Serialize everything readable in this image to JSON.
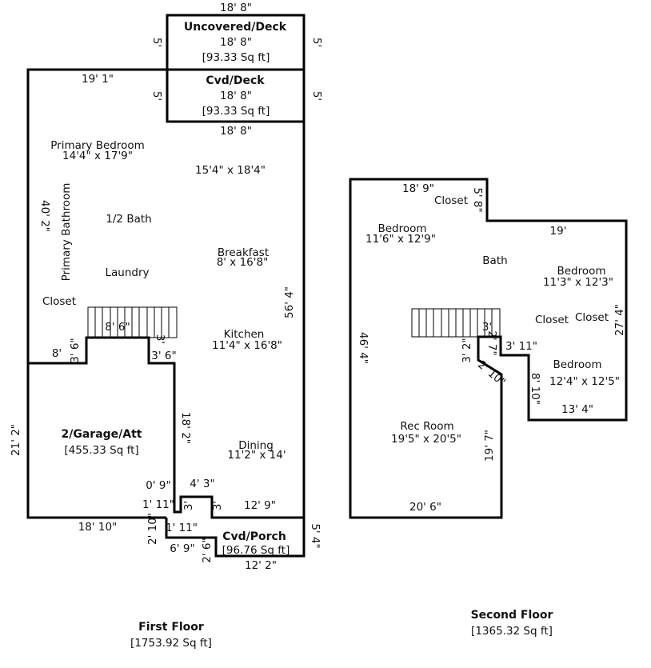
{
  "first_floor": {
    "title": "First Floor",
    "area": "[1753.92 Sq ft]",
    "uncovered_deck": {
      "label": "Uncovered/Deck",
      "dim": "18' 8\"",
      "area": "[93.33 Sq ft]",
      "top": "18' 8\"",
      "side_l": "5'",
      "side_r": "5'"
    },
    "cvd_deck": {
      "label": "Cvd/Deck",
      "dim": "18' 8\"",
      "area": "[93.33 Sq ft]",
      "bottom": "18' 8\"",
      "side_l": "5'",
      "side_r": "5'"
    },
    "rooms": {
      "primary_bedroom": "Primary Bedroom",
      "primary_bedroom_dim": "14'4\" x 17'9\"",
      "living_dim": "15'4\" x 18'4\"",
      "primary_bathroom": "Primary Bathroom",
      "half_bath": "1/2 Bath",
      "laundry": "Laundry",
      "breakfast": "Breakfast",
      "breakfast_dim": "8' x 16'8\"",
      "closet": "Closet",
      "kitchen": "Kitchen",
      "kitchen_dim": "11'4\" x 16'8\"",
      "garage": "2/Garage/Att",
      "garage_area": "[455.33 Sq ft]",
      "dining": "Dining",
      "dining_dim": "11'2\" x 14'"
    },
    "dims": {
      "top": "19' 1\"",
      "left": "40' 2\"",
      "right": "56' 4\"",
      "stair": "8' 6\"",
      "d8": "8'",
      "d36a": "3' 6\"",
      "d3": "3'",
      "d36b": "3' 6\"",
      "d182": "18' 2\"",
      "garage_left": "21' 2\"",
      "garage_bottom": "18' 10\"",
      "d09": "0' 9\"",
      "d43": "4' 3\"",
      "d111a": "1' 11\"",
      "d3b": "3'",
      "d3c": "3'",
      "d129": "12' 9\"",
      "d210": "2' 10\"",
      "d111b": "1' 11\"",
      "d69": "6' 9\"",
      "d26": "2' 6\""
    },
    "porch": {
      "label": "Cvd/Porch",
      "area": "[96.76 Sq ft]",
      "bottom": "12' 2\"",
      "right": "5' 4\""
    }
  },
  "second_floor": {
    "title": "Second Floor",
    "area": "[1365.32 Sq ft]",
    "rooms": {
      "bedroom1": "Bedroom",
      "bedroom1_dim": "11'6\" x 12'9\"",
      "closet1": "Closet",
      "bath": "Bath",
      "bedroom2": "Bedroom",
      "bedroom2_dim": "11'3\" x 12'3\"",
      "closet2": "Closet",
      "closet3": "Closet",
      "bedroom3": "Bedroom",
      "bedroom3_dim": "12'4\" x 12'5\"",
      "rec_room": "Rec Room",
      "rec_room_dim": "19'5\" x 20'5\""
    },
    "dims": {
      "top": "18' 9\"",
      "d58": "5' 8\"",
      "d19": "19'",
      "left": "46' 4\"",
      "right": "27' 4\"",
      "d3": "3'",
      "d32": "3' 2\"",
      "d27": "2' 7\"",
      "d311": "3' 11\"",
      "d210": "2' 10\"",
      "d810": "8' 10\"",
      "d134": "13' 4\"",
      "d197": "19' 7\"",
      "bottom": "20' 6\""
    }
  }
}
